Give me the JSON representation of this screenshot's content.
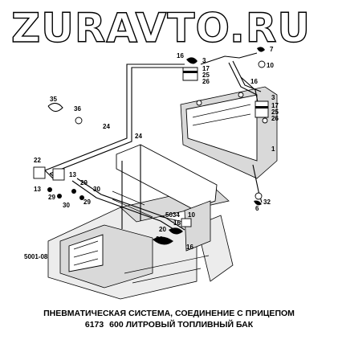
{
  "watermark": {
    "text": "ZURAVTO.RU"
  },
  "caption": {
    "line1": "ПНЕВМАТИЧЕСКАЯ СИСТЕМА, СОЕДИНЕНИЕ С ПРИЦЕПОМ",
    "model": "6173",
    "line2": "600 ЛИТРОВЫЙ ТОПЛИВНЫЙ БАК"
  },
  "labels": {
    "n7": "7",
    "n10": "10",
    "n16a": "16",
    "n3a": "3",
    "n17a": "17",
    "n25a": "25",
    "n26a": "26",
    "n16b": "16",
    "n3b": "3",
    "n17b": "17",
    "n25b": "25",
    "n26b": "26",
    "n35": "35",
    "n36": "36",
    "n24a": "24",
    "n24b": "24",
    "n1": "1",
    "n22": "22",
    "n13a": "13",
    "n13b": "13",
    "n29a": "29",
    "n29b": "29",
    "n29c": "29",
    "n30a": "30",
    "n30b": "30",
    "n32": "32",
    "n6": "6",
    "n5034": "5034",
    "n10b": "10",
    "n16c": "16",
    "n20a": "20",
    "n20b": "20",
    "n16d": "16",
    "n5001": "5001-08"
  }
}
